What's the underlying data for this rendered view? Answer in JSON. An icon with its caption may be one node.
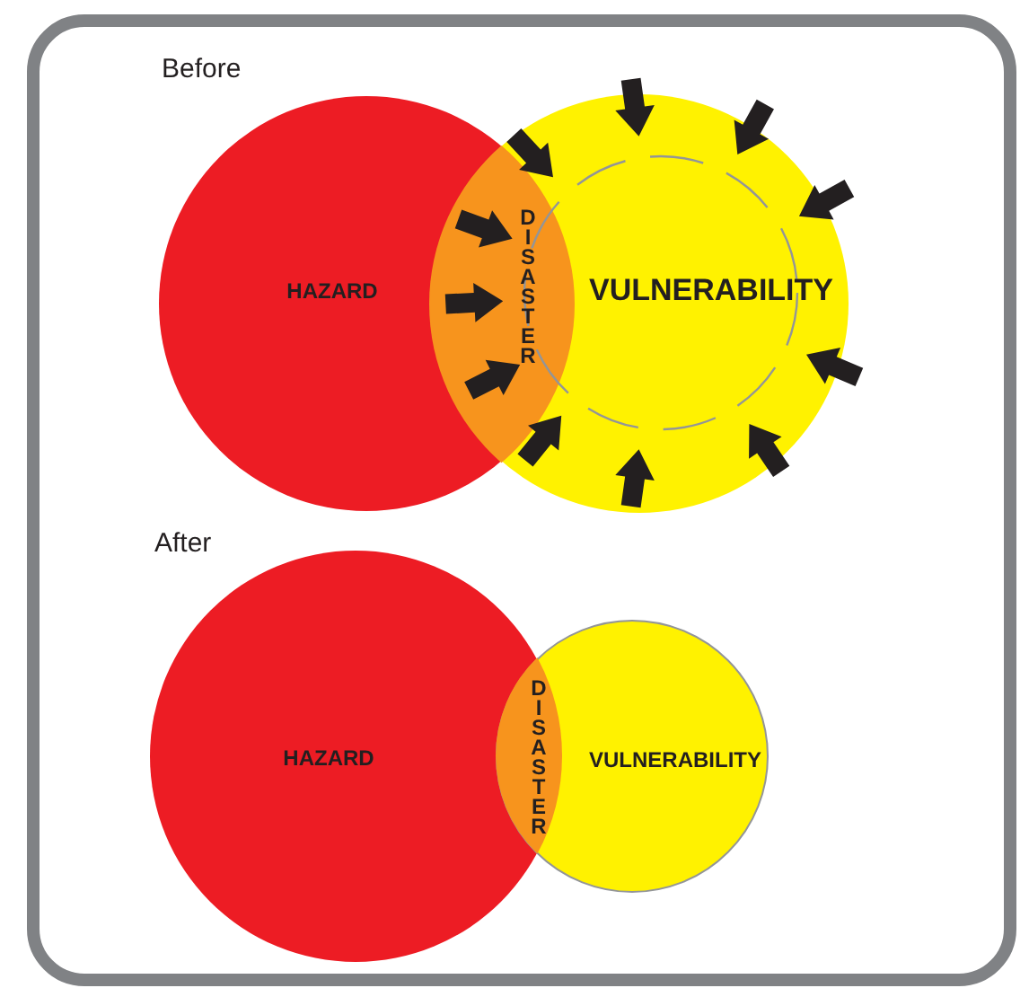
{
  "diagram": {
    "nodes": [
      {
        "text": [
          "HAZARD"
        ]
      },
      {
        "text": [
          "VULNERABILITY"
        ]
      },
      {
        "text": [
          "DISASTER"
        ]
      },
      {
        "text": [
          "HAZARD"
        ]
      },
      {
        "text": [
          "VULNERABILITY"
        ]
      },
      {
        "text": [
          "DISASTER"
        ]
      }
    ],
    "edges": [],
    "labels": [
      "Before",
      "After"
    ]
  }
}
